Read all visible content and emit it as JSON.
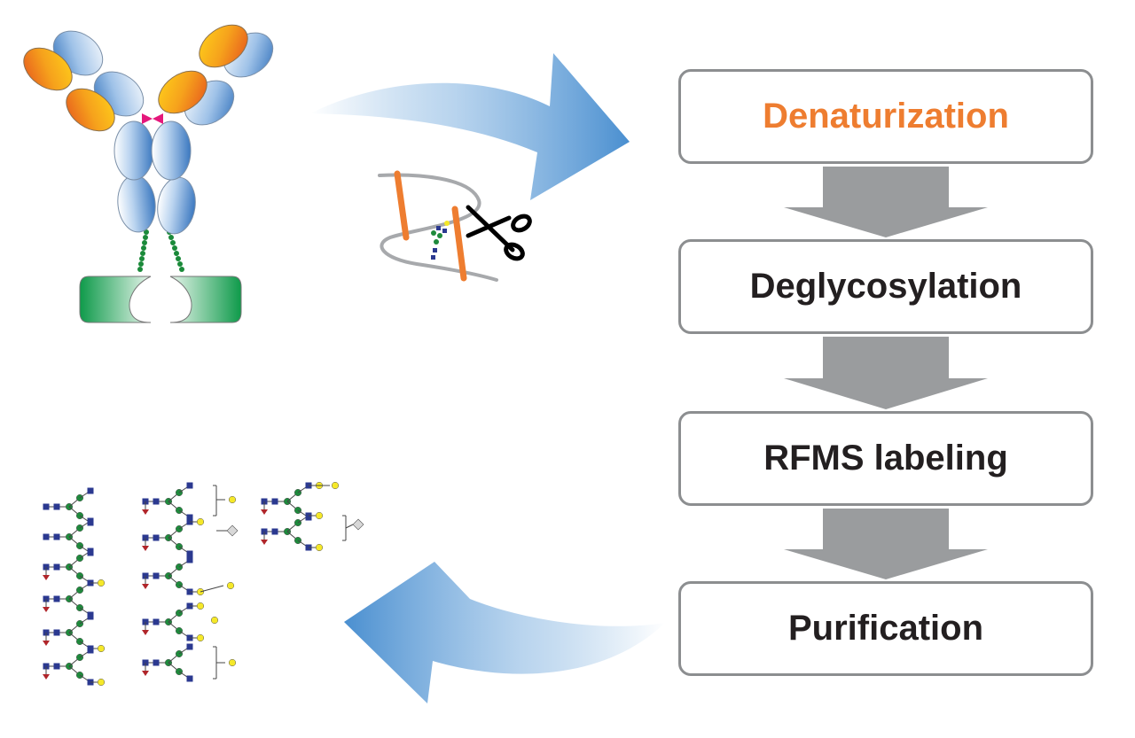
{
  "colors": {
    "accent": "#ee7d30",
    "box_border": "#8c8e90",
    "down_arrow": "#9a9c9e",
    "flow_arrow": "#5b9bd5",
    "text": "#231f20",
    "glyco_blue": "#2b3990",
    "glyco_green": "#1e8a3c",
    "glyco_yellow": "#f5e829",
    "glyco_red": "#b0252a"
  },
  "workflow": {
    "steps": [
      {
        "label": "Denaturization"
      },
      {
        "label": "Deglycosylation"
      },
      {
        "label": "RFMS labeling"
      },
      {
        "label": "Purification"
      }
    ]
  },
  "icons": {
    "antibody": "antibody-icon",
    "enzyme": "enzyme-cleavage-icon",
    "scissors": "scissors-icon",
    "glycans": "glycan-structures-icon"
  }
}
